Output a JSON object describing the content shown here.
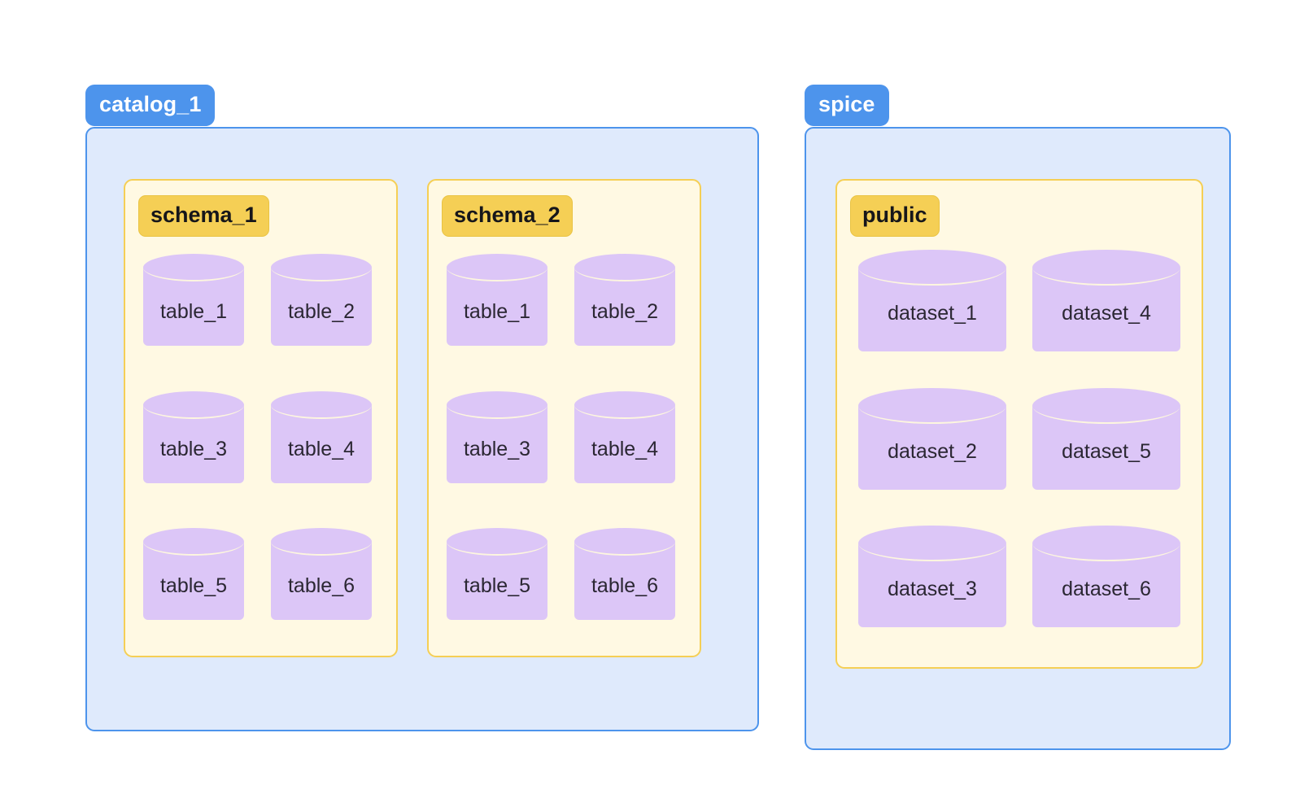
{
  "diagram": {
    "type": "data-hierarchy-diagram",
    "colors": {
      "group_badge_bg": "#4d94ec",
      "group_badge_text": "#ffffff",
      "group_box_bg": "#dfeafc",
      "group_box_border": "#4d94ec",
      "schema_panel_bg": "#fff9e3",
      "schema_panel_border": "#f5cf55",
      "schema_badge_bg": "#f5cf55",
      "schema_badge_text": "#16161a",
      "cylinder_fill": "#dcc6f7",
      "cylinder_label_text": "#2b2733",
      "page_bg": "#ffffff"
    },
    "groups": [
      {
        "name": "catalog-group",
        "label": "catalog_1",
        "schemas": [
          {
            "name": "schema-panel-schema-1",
            "label": "schema_1",
            "object_kind": "table",
            "objects": [
              {
                "label": "table_1"
              },
              {
                "label": "table_2"
              },
              {
                "label": "table_3"
              },
              {
                "label": "table_4"
              },
              {
                "label": "table_5"
              },
              {
                "label": "table_6"
              }
            ]
          },
          {
            "name": "schema-panel-schema-2",
            "label": "schema_2",
            "object_kind": "table",
            "objects": [
              {
                "label": "table_1"
              },
              {
                "label": "table_2"
              },
              {
                "label": "table_3"
              },
              {
                "label": "table_4"
              },
              {
                "label": "table_5"
              },
              {
                "label": "table_6"
              }
            ]
          }
        ]
      },
      {
        "name": "spice-group",
        "label": "spice",
        "schemas": [
          {
            "name": "schema-panel-public",
            "label": "public",
            "object_kind": "dataset",
            "objects": [
              {
                "label": "dataset_1"
              },
              {
                "label": "dataset_4"
              },
              {
                "label": "dataset_2"
              },
              {
                "label": "dataset_5"
              },
              {
                "label": "dataset_3"
              },
              {
                "label": "dataset_6"
              }
            ]
          }
        ]
      }
    ]
  }
}
